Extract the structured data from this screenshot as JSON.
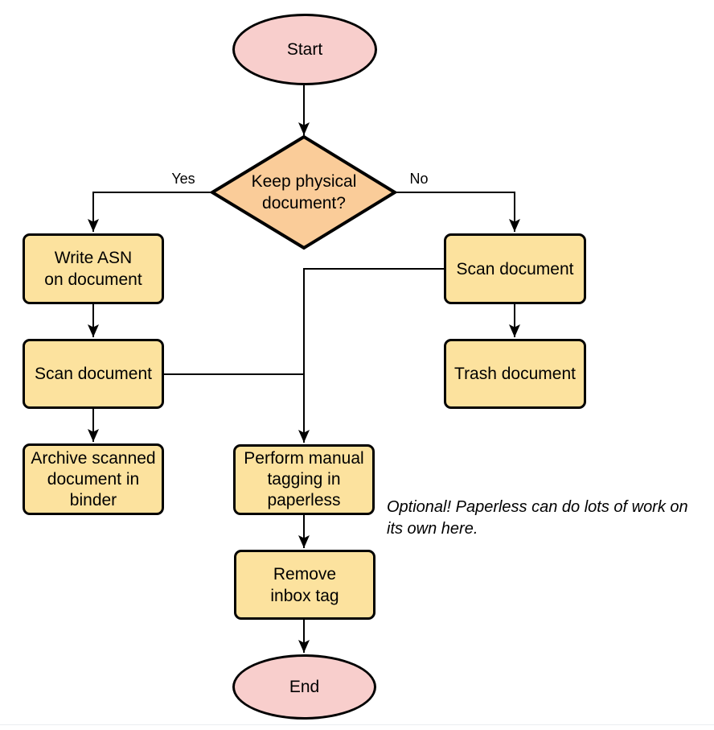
{
  "palette": {
    "terminator_fill": "#F8CECC",
    "decision_fill": "#FACC99",
    "process_fill": "#FCE29E",
    "stroke": "#000000",
    "divider": "#EBEDF0"
  },
  "nodes": {
    "start": {
      "label": "Start",
      "type": "terminator"
    },
    "decision": {
      "label": "Keep physical\ndocument?",
      "type": "decision"
    },
    "write_asn": {
      "label": "Write ASN\non document",
      "type": "process"
    },
    "scan_left": {
      "label": "Scan document",
      "type": "process"
    },
    "archive": {
      "label": "Archive scanned\ndocument in\nbinder",
      "type": "process"
    },
    "scan_right": {
      "label": "Scan document",
      "type": "process"
    },
    "trash": {
      "label": "Trash document",
      "type": "process"
    },
    "tagging": {
      "label": "Perform manual\ntagging in\npaperless",
      "type": "process"
    },
    "remove_inbox": {
      "label": "Remove\ninbox tag",
      "type": "process"
    },
    "end": {
      "label": "End",
      "type": "terminator"
    }
  },
  "edge_labels": {
    "yes": "Yes",
    "no": "No"
  },
  "note": {
    "text": "Optional! Paperless can do lots of work on\nits own here."
  }
}
